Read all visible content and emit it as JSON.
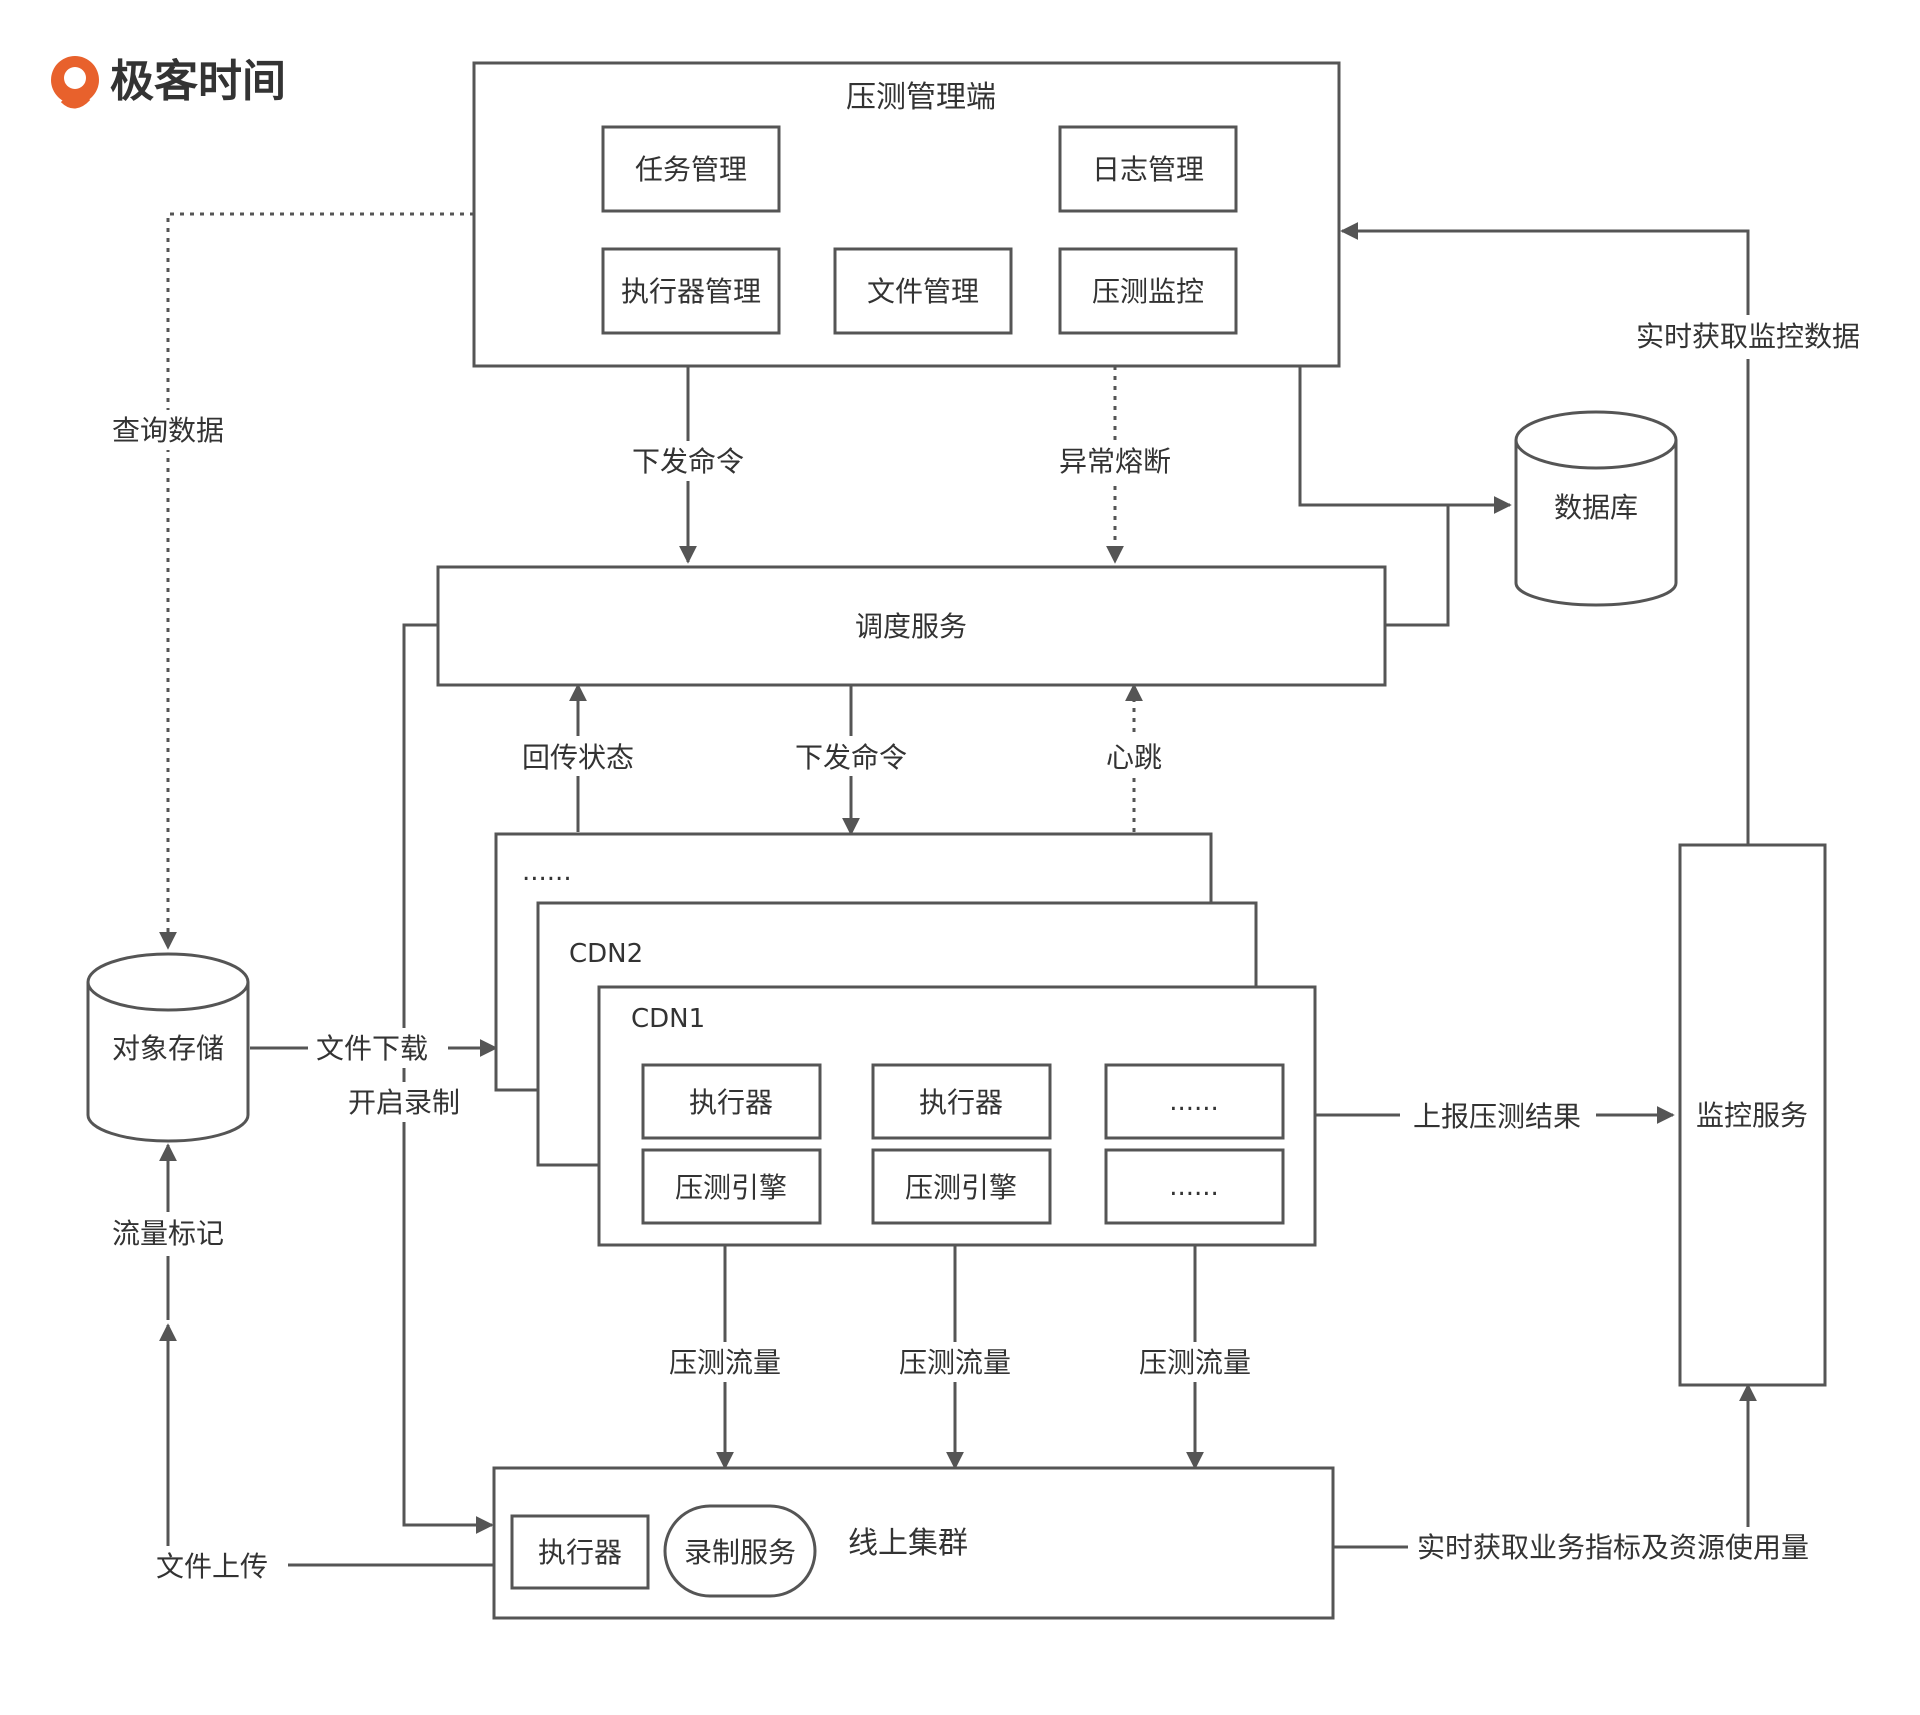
{
  "brand": {
    "name": "极客时间",
    "color": "#E8612C"
  },
  "nodes": {
    "mgmt": "压测管理端",
    "task_mgmt": "任务管理",
    "log_mgmt": "日志管理",
    "executor_mgmt": "执行器管理",
    "file_mgmt": "文件管理",
    "load_monitor": "压测监控",
    "database": "数据库",
    "scheduler": "调度服务",
    "cdn_more": "......",
    "cdn2": "CDN2",
    "cdn1": "CDN1",
    "executor_1": "执行器",
    "executor_2": "执行器",
    "executor_3": "......",
    "engine_1": "压测引擎",
    "engine_2": "压测引擎",
    "engine_3": "......",
    "object_storage": "对象存储",
    "monitor_service": "监控服务",
    "online_cluster": "线上集群",
    "cluster_executor": "执行器",
    "record_service": "录制服务"
  },
  "edges": {
    "query_data": "查询数据",
    "send_cmd_top": "下发命令",
    "abnormal_fuse": "异常熔断",
    "realtime_monitor": "实时获取监控数据",
    "report_status": "回传状态",
    "send_cmd_mid": "下发命令",
    "heartbeat": "心跳",
    "file_download": "文件下载",
    "start_record": "开启录制",
    "report_result": "上报压测结果",
    "traffic_mark": "流量标记",
    "load_traffic_1": "压测流量",
    "load_traffic_2": "压测流量",
    "load_traffic_3": "压测流量",
    "file_upload": "文件上传",
    "realtime_business": "实时获取业务指标及资源使用量"
  }
}
